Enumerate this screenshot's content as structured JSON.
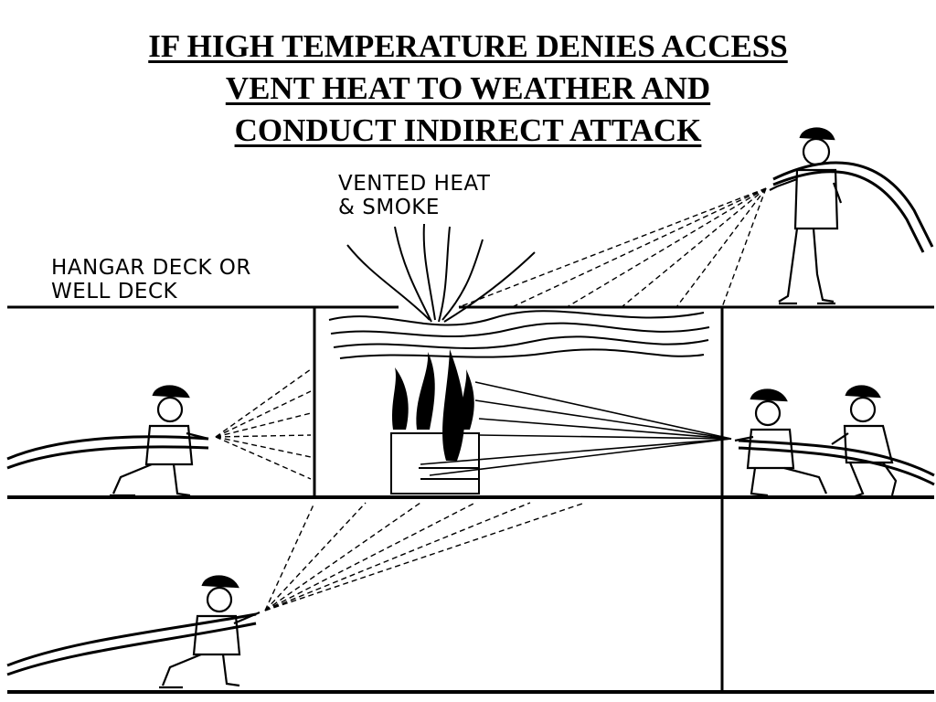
{
  "title": {
    "line1": "IF HIGH TEMPERATURE DENIES ACCESS",
    "line2": "VENT HEAT TO WEATHER  AND",
    "line3": "CONDUCT INDIRECT ATTACK"
  },
  "labels": {
    "vented": [
      "VENTED HEAT",
      "& SMOKE"
    ],
    "deck": [
      "HANGAR DECK OR",
      "WELL DECK"
    ]
  },
  "colors": {
    "ink": "#000000",
    "background": "#ffffff"
  }
}
